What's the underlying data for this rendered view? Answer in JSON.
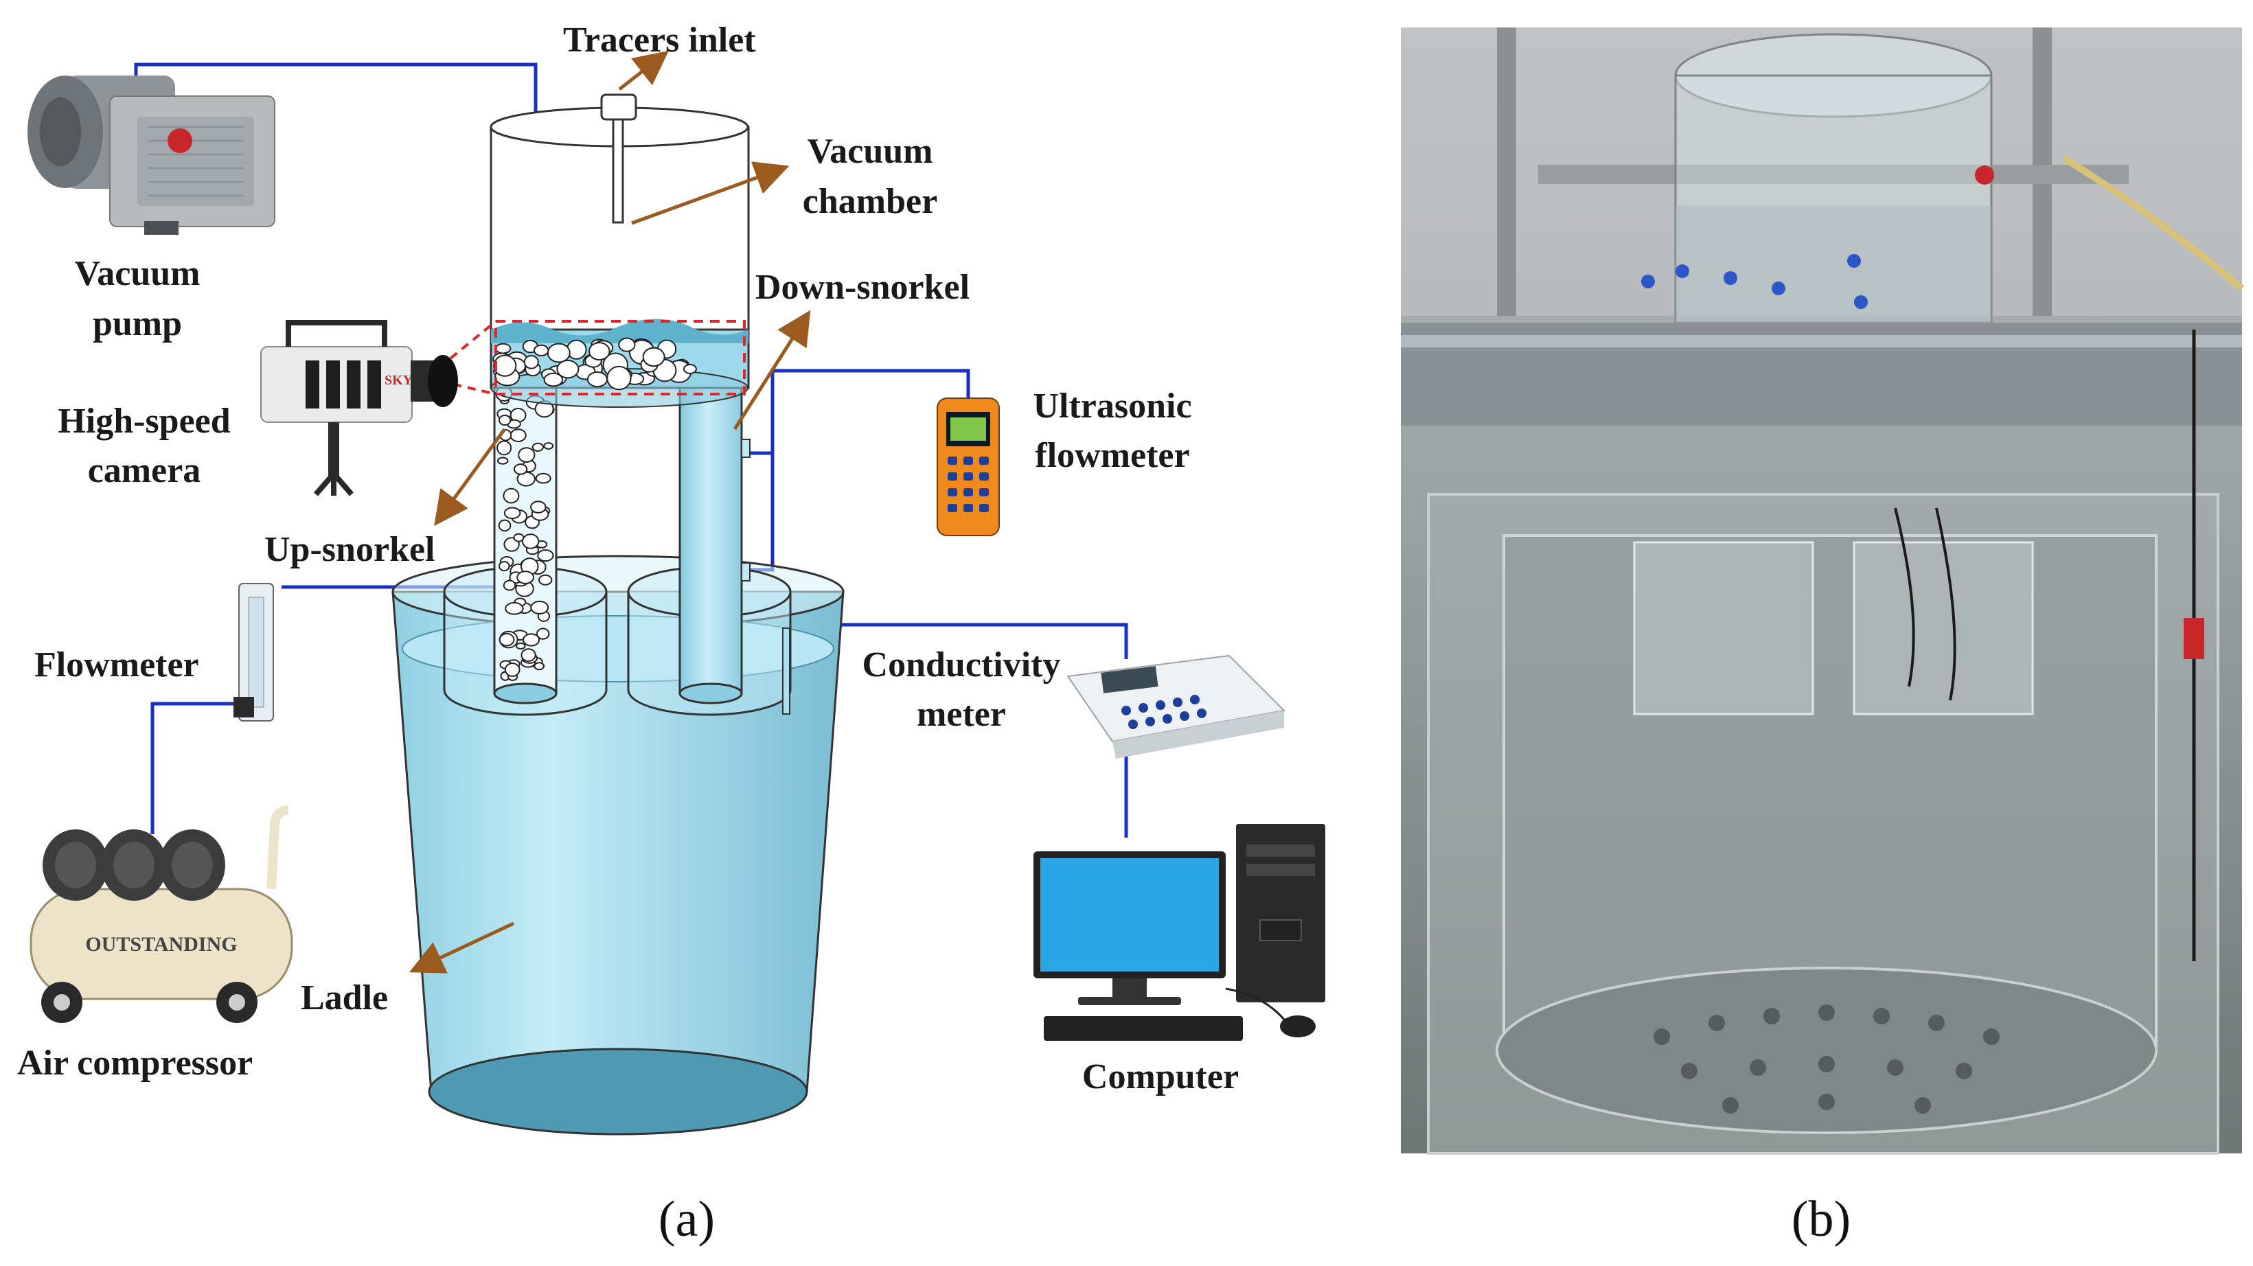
{
  "panel_a": {
    "caption": "(a)",
    "labels": {
      "tracers_inlet": "Tracers inlet",
      "vacuum_chamber_1": "Vacuum",
      "vacuum_chamber_2": "chamber",
      "vacuum_pump_1": "Vacuum",
      "vacuum_pump_2": "pump",
      "down_snorkel": "Down-snorkel",
      "high_speed_camera_1": "High-speed",
      "high_speed_camera_2": "camera",
      "ultrasonic_flowmeter_1": "Ultrasonic",
      "ultrasonic_flowmeter_2": "flowmeter",
      "up_snorkel": "Up-snorkel",
      "flowmeter": "Flowmeter",
      "conductivity_meter_1": "Conductivity",
      "conductivity_meter_2": "meter",
      "ladle": "Ladle",
      "air_compressor": "Air compressor",
      "computer": "Computer"
    },
    "device_text": {
      "compressor_brand": "OUTSTANDING",
      "camera_brand": "SKY"
    }
  },
  "panel_b": {
    "caption": "(b)"
  },
  "colors": {
    "water": "#a9dff0",
    "water_dark": "#5aa6bd",
    "pipe_line": "#1a2fc4",
    "arrow": "#9b5a1e",
    "highlight": "#e0242a"
  }
}
